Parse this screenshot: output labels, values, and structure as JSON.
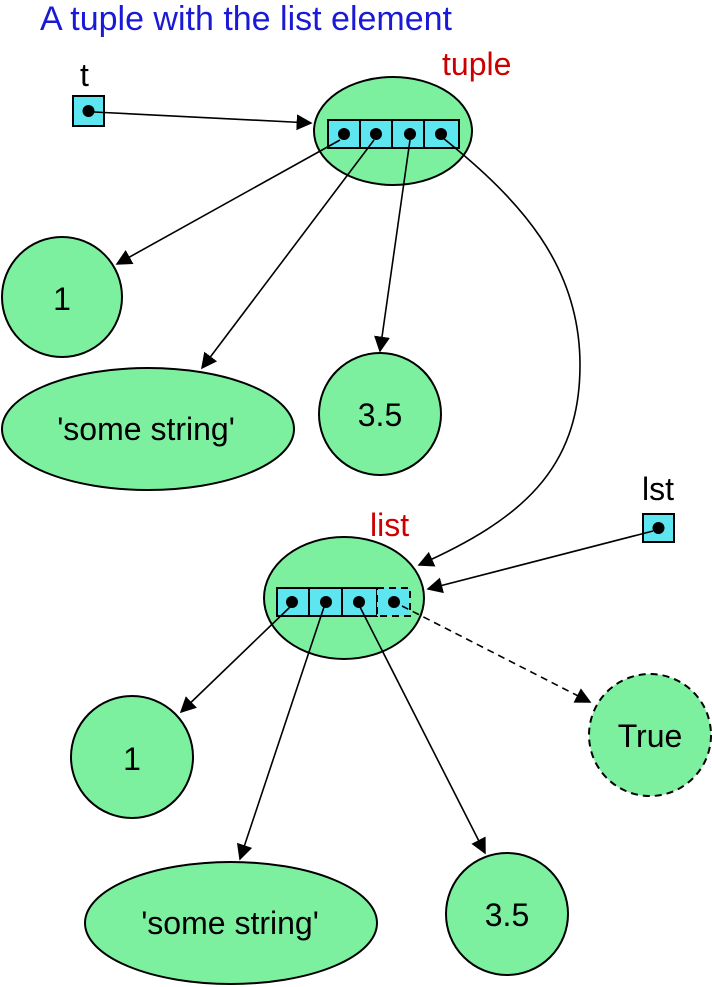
{
  "title": "A tuple with the list element",
  "labels": {
    "tuple": "tuple",
    "list": "list",
    "t": "t",
    "lst": "lst"
  },
  "tuple_items": {
    "one": "1",
    "str": "'some string'",
    "float": "3.5"
  },
  "list_items": {
    "one": "1",
    "str": "'some string'",
    "float": "3.5",
    "bool": "True"
  },
  "colors": {
    "title": "#1a1ad6",
    "label_red": "#cc0000",
    "node_fill": "#7df0a0",
    "cell_fill": "#5ee6f0",
    "text": "#000000"
  }
}
